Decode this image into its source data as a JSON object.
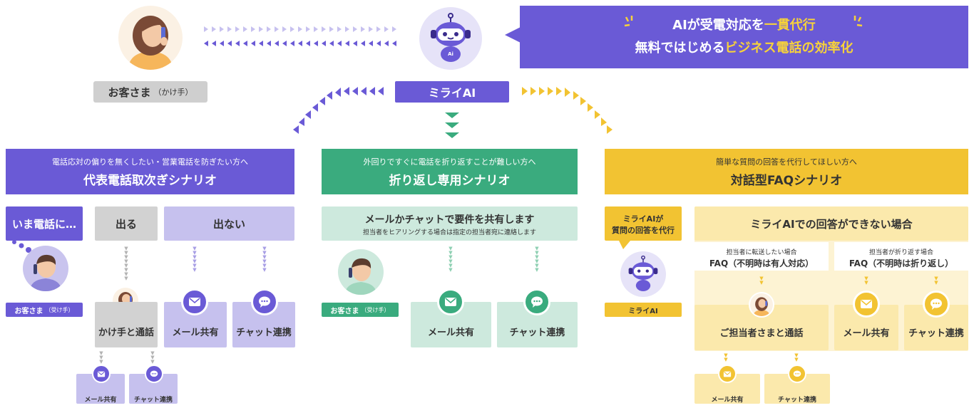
{
  "header": {
    "caller_label": "お客さま",
    "caller_label_sub": "（かけ手）",
    "ai_label": "ミライAI",
    "ai_badge": "Ai",
    "callout_line1_a": "AIが受電対応を",
    "callout_line1_hl": "一貫代行",
    "callout_line2_a": "無料ではじめる",
    "callout_line2_hl": "ビジネス電話の効率化"
  },
  "sections": {
    "left": {
      "subtitle": "電話応対の偏りを無くしたい・営業電話を防ぎたい方へ",
      "title": "代表電話取次ぎシナリオ",
      "bubble": "いま電話に…",
      "receiver_label": "お客さま",
      "receiver_sub": "（受け手）",
      "answer": "出る",
      "no_answer": "出ない",
      "talk": "かけ手と通話",
      "mail_share": "メール共有",
      "chat": "チャット連携",
      "small_mail": "メール共有",
      "small_chat": "チャット連携"
    },
    "middle": {
      "subtitle": "外回りですぐに電話を折り返すことが難しい方へ",
      "title": "折り返し専用シナリオ",
      "share_title": "メールかチャットで要件を共有します",
      "share_note": "担当者をヒアリングする場合は指定の担当者宛に連絡します",
      "receiver_label": "お客さま",
      "receiver_sub": "（受け手）",
      "mail_share": "メール共有",
      "chat": "チャット連携"
    },
    "right": {
      "subtitle": "簡単な質問の回答を代行してほしい方へ",
      "title": "対話型FAQシナリオ",
      "bubble_line1": "ミライAIが",
      "bubble_line2": "質問の回答を代行",
      "ai_label": "ミライAI",
      "cannot_answer": "ミライAIでの回答ができない場合",
      "case1_note": "担当者に転送したい場合",
      "case1_title": "FAQ（不明時は有人対応）",
      "case2_note": "担当者が折り返す場合",
      "case2_title": "FAQ（不明時は折り返し）",
      "talk": "ご担当者さまと通話",
      "mail_share": "メール共有",
      "chat": "チャット連携",
      "small_mail": "メール共有",
      "small_chat": "チャット連携"
    }
  },
  "colors": {
    "purple": "#6a5ad6",
    "green": "#3aab7e",
    "yellow": "#f2c332",
    "highlight": "#f7d23a"
  },
  "icons": [
    "woman-phone-icon",
    "robot-icon",
    "man-phone-icon",
    "mail-icon",
    "chat-icon"
  ]
}
